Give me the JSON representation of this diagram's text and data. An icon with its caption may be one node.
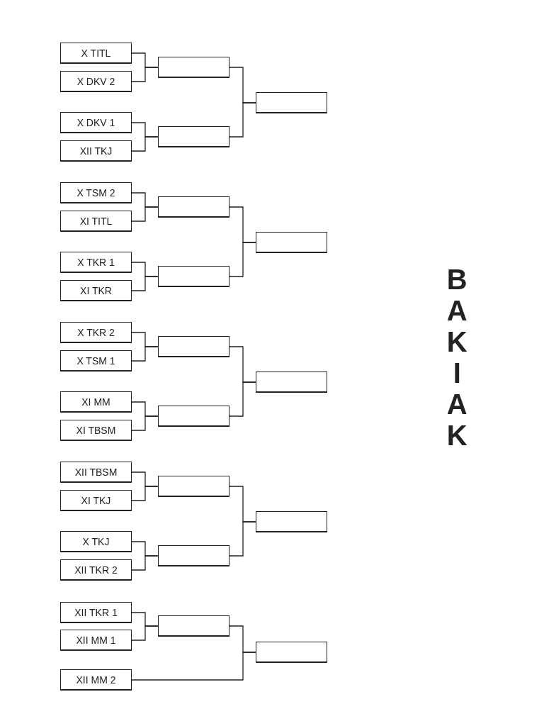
{
  "diagram": {
    "title": "BAKIAK",
    "nodes": [
      {
        "text": [
          "X TITL"
        ]
      },
      {
        "text": [
          "X DKV 2"
        ]
      },
      {
        "text": [
          "X DKV 1"
        ]
      },
      {
        "text": [
          "XII TKJ"
        ]
      },
      {
        "text": [],
        "shape": "box"
      },
      {
        "text": [],
        "shape": "box"
      },
      {
        "text": [],
        "shape": "box"
      },
      {
        "text": [
          "X TSM 2"
        ]
      },
      {
        "text": [
          "XI TITL"
        ]
      },
      {
        "text": [
          "X TKR 1"
        ]
      },
      {
        "text": [
          "XI TKR"
        ]
      },
      {
        "text": [],
        "shape": "box"
      },
      {
        "text": [],
        "shape": "box"
      },
      {
        "text": [],
        "shape": "box"
      },
      {
        "text": [
          "X TKR 2"
        ]
      },
      {
        "text": [
          "X TSM 1"
        ]
      },
      {
        "text": [
          "XI MM"
        ]
      },
      {
        "text": [
          "XI TBSM"
        ]
      },
      {
        "text": [],
        "shape": "box"
      },
      {
        "text": [],
        "shape": "box"
      },
      {
        "text": [],
        "shape": "box"
      },
      {
        "text": [
          "XII TBSM"
        ]
      },
      {
        "text": [
          "XI TKJ"
        ]
      },
      {
        "text": [
          "X TKJ"
        ]
      },
      {
        "text": [
          "XII TKR 2"
        ]
      },
      {
        "text": [],
        "shape": "box"
      },
      {
        "text": [],
        "shape": "box"
      },
      {
        "text": [],
        "shape": "box"
      },
      {
        "text": [
          "XII TKR 1"
        ]
      },
      {
        "text": [
          "XII MM 1"
        ]
      },
      {
        "text": [
          "XII MM 2"
        ]
      },
      {
        "text": [],
        "shape": "box"
      },
      {
        "text": [],
        "shape": "box"
      }
    ],
    "edges": [
      {
        "from": 0,
        "to": 4,
        "arrow": "none"
      },
      {
        "from": 1,
        "to": 4,
        "arrow": "none"
      },
      {
        "from": 2,
        "to": 5,
        "arrow": "none"
      },
      {
        "from": 3,
        "to": 5,
        "arrow": "none"
      },
      {
        "from": 4,
        "to": 6,
        "arrow": "none"
      },
      {
        "from": 5,
        "to": 6,
        "arrow": "none"
      },
      {
        "from": 7,
        "to": 11,
        "arrow": "none"
      },
      {
        "from": 8,
        "to": 11,
        "arrow": "none"
      },
      {
        "from": 9,
        "to": 12,
        "arrow": "none"
      },
      {
        "from": 10,
        "to": 12,
        "arrow": "none"
      },
      {
        "from": 11,
        "to": 13,
        "arrow": "none"
      },
      {
        "from": 12,
        "to": 13,
        "arrow": "none"
      },
      {
        "from": 14,
        "to": 18,
        "arrow": "none"
      },
      {
        "from": 15,
        "to": 18,
        "arrow": "none"
      },
      {
        "from": 16,
        "to": 19,
        "arrow": "none"
      },
      {
        "from": 17,
        "to": 19,
        "arrow": "none"
      },
      {
        "from": 18,
        "to": 20,
        "arrow": "none"
      },
      {
        "from": 19,
        "to": 20,
        "arrow": "none"
      },
      {
        "from": 21,
        "to": 25,
        "arrow": "none"
      },
      {
        "from": 22,
        "to": 25,
        "arrow": "none"
      },
      {
        "from": 23,
        "to": 26,
        "arrow": "none"
      },
      {
        "from": 24,
        "to": 26,
        "arrow": "none"
      },
      {
        "from": 25,
        "to": 27,
        "arrow": "none"
      },
      {
        "from": 26,
        "to": 27,
        "arrow": "none"
      },
      {
        "from": 28,
        "to": 31,
        "arrow": "none"
      },
      {
        "from": 29,
        "to": 31,
        "arrow": "none"
      },
      {
        "from": 30,
        "to": 32,
        "arrow": "none"
      },
      {
        "from": 31,
        "to": 32,
        "arrow": "none"
      }
    ]
  }
}
